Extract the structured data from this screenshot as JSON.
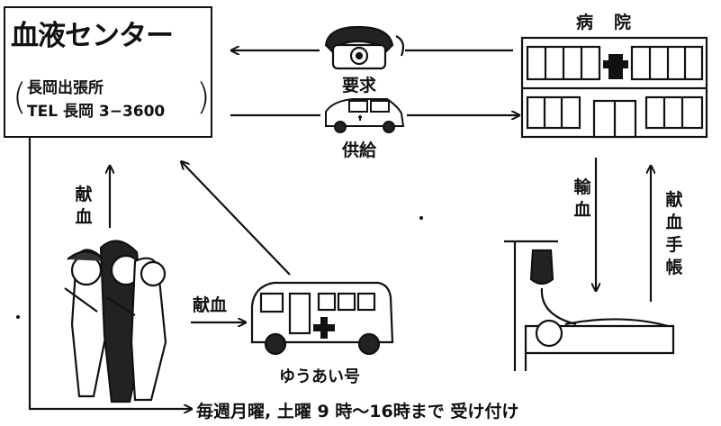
{
  "center": {
    "title": "血液センター",
    "branch": "長岡出張所",
    "tel": "TEL 長岡 3−3600"
  },
  "hospital": {
    "label": "病　院"
  },
  "flows": {
    "request": "要求",
    "supply": "供給",
    "donate_center": "献血",
    "donate_bus": "献血",
    "transfusion": "輸血",
    "donor_card": "献血手帳"
  },
  "bus": {
    "name": "ゆうあい号"
  },
  "footer": {
    "schedule": "毎週月曜, 土曜 9 時〜16時まで 受け付け"
  }
}
